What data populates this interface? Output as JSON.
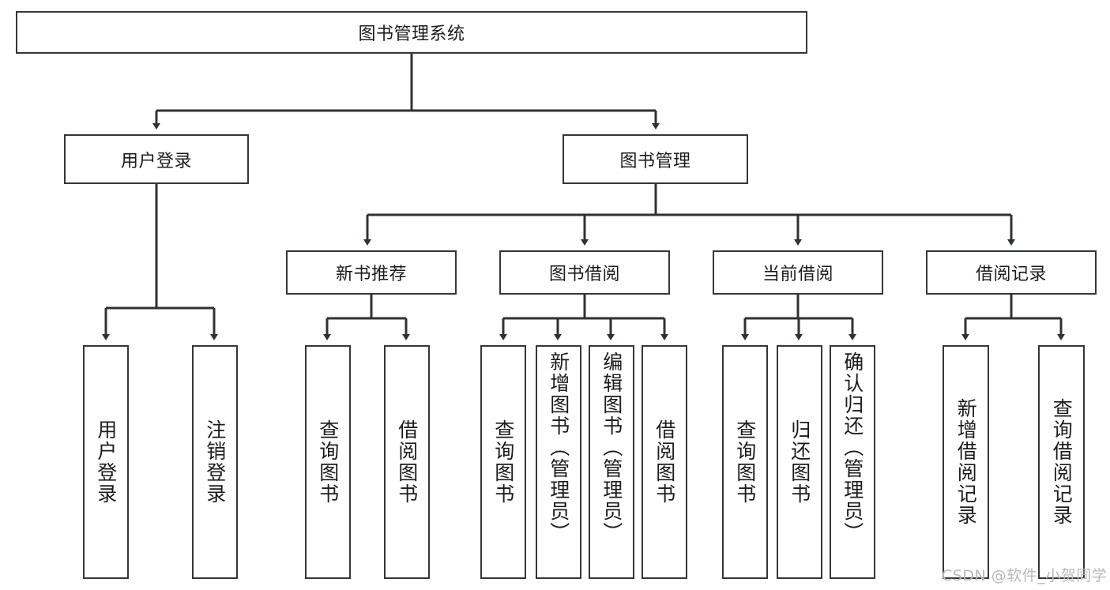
{
  "diagram": {
    "type": "tree-hierarchy",
    "title": "图书管理系统",
    "colors": {
      "box_border": "#33373a",
      "box_fill": "#ffffff",
      "edge": "#2f3234",
      "text": "#1c1c1c",
      "watermark": "#b9b9b9",
      "background": "#ffffff"
    },
    "root": {
      "label": "图书管理系统"
    },
    "level2": [
      {
        "label": "用户登录"
      },
      {
        "label": "图书管理"
      }
    ],
    "level3": [
      {
        "label": "新书推荐"
      },
      {
        "label": "图书借阅"
      },
      {
        "label": "当前借阅"
      },
      {
        "label": "借阅记录"
      }
    ],
    "leaves": {
      "user_login": [
        {
          "label": "用户登录"
        },
        {
          "label": "注销登录"
        }
      ],
      "new_book": [
        {
          "label": "查询图书"
        },
        {
          "label": "借阅图书"
        }
      ],
      "book_borrow": [
        {
          "label": "查询图书"
        },
        {
          "label": "新增图书（管理员）"
        },
        {
          "label": "编辑图书（管理员）"
        },
        {
          "label": "借阅图书"
        }
      ],
      "current_borrow": [
        {
          "label": "查询图书"
        },
        {
          "label": "归还图书"
        },
        {
          "label": "确认归还（管理员）"
        }
      ],
      "borrow_record": [
        {
          "label": "新增借阅记录"
        },
        {
          "label": "查询借阅记录"
        }
      ]
    },
    "watermark": "CSDN @软件_小贺同学"
  }
}
